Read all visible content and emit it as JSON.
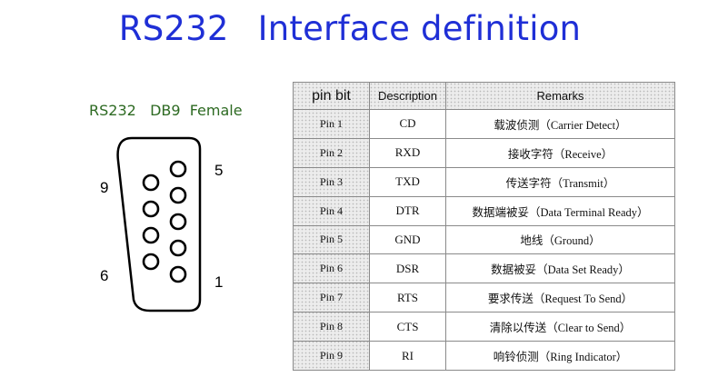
{
  "title": {
    "part1": "RS232",
    "part2": "Interface definition"
  },
  "connector": {
    "label": "RS232   DB9  Female",
    "pin_labels": {
      "top_left": "9",
      "top_right": "5",
      "bottom_left": "6",
      "bottom_right": "1"
    }
  },
  "table": {
    "headers": [
      "pin bit",
      "Description",
      "Remarks"
    ],
    "rows": [
      [
        "Pin 1",
        "CD",
        "载波侦测（Carrier Detect）"
      ],
      [
        "Pin 2",
        "RXD",
        "接收字符（Receive）"
      ],
      [
        "Pin 3",
        "TXD",
        "传送字符（Transmit）"
      ],
      [
        "Pin 4",
        "DTR",
        "数据端被妥（Data Terminal Ready）"
      ],
      [
        "Pin 5",
        "GND",
        "地线（Ground）"
      ],
      [
        "Pin 6",
        "DSR",
        "数据被妥（Data Set Ready）"
      ],
      [
        "Pin 7",
        "RTS",
        "要求传送（Request To Send）"
      ],
      [
        "Pin 8",
        "CTS",
        "清除以传送（Clear to Send）"
      ],
      [
        "Pin 9",
        "RI",
        "响铃侦测（Ring Indicator）"
      ]
    ]
  },
  "colors": {
    "title": "#1f2fd6",
    "connector_label": "#2d6a22"
  }
}
